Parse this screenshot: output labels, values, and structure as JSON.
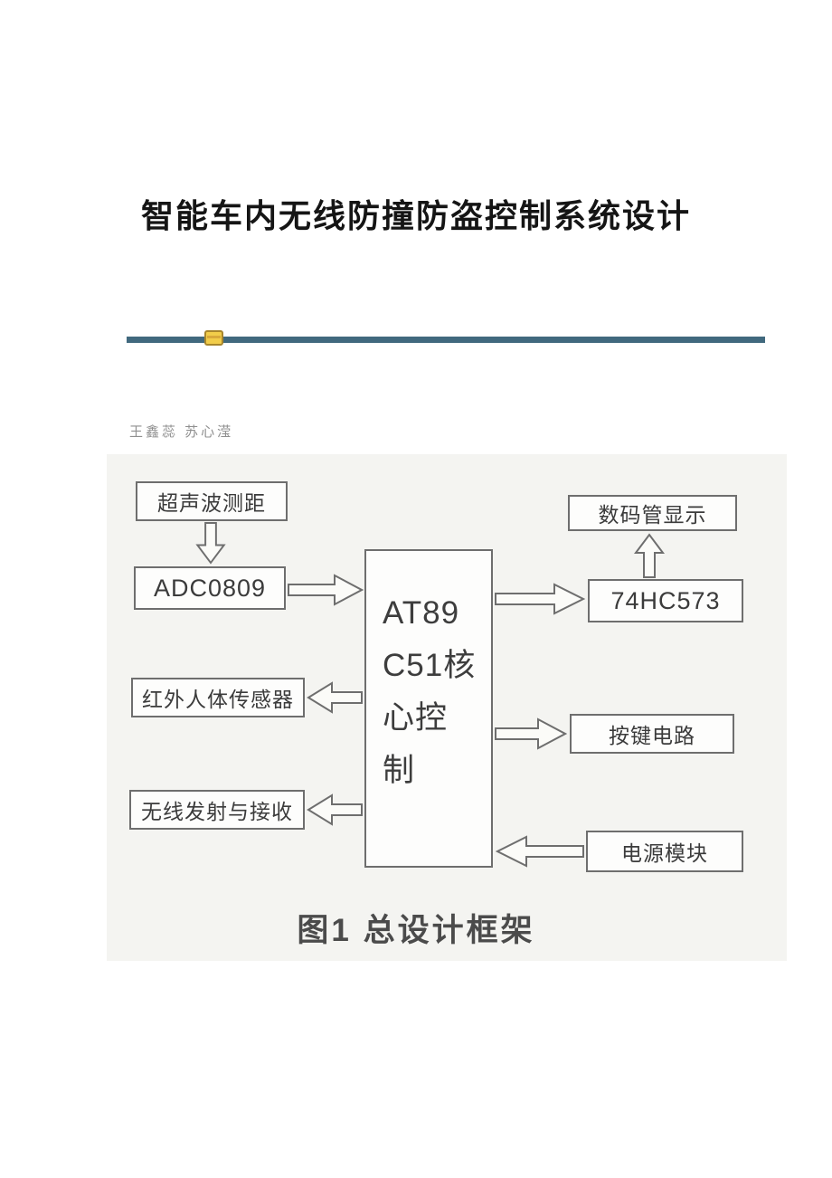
{
  "document": {
    "title": "智能车内无线防撞防盗控制系统设计",
    "authors": "王鑫蕊  苏心滢",
    "figure": {
      "caption": "图1  总设计框架",
      "boxes": {
        "ultrasonic": "超声波测距",
        "adc": "ADC0809",
        "core_lines": [
          "AT89",
          "C51核",
          "心控",
          "制"
        ],
        "display": "数码管显示",
        "latch": "74HC573",
        "infrared": "红外人体传感器",
        "keypad": "按键电路",
        "wireless": "无线发射与接收",
        "power": "电源模块"
      }
    },
    "icons": {
      "divider_marker": "yellow-bookmark-icon",
      "arrow_style": "hollow-block-arrow"
    },
    "colors": {
      "divider_bar": "#41697e",
      "divider_icon": "#f2cd4a",
      "box_border": "#6e6e6e",
      "figure_background": "#f4f4f1"
    }
  }
}
